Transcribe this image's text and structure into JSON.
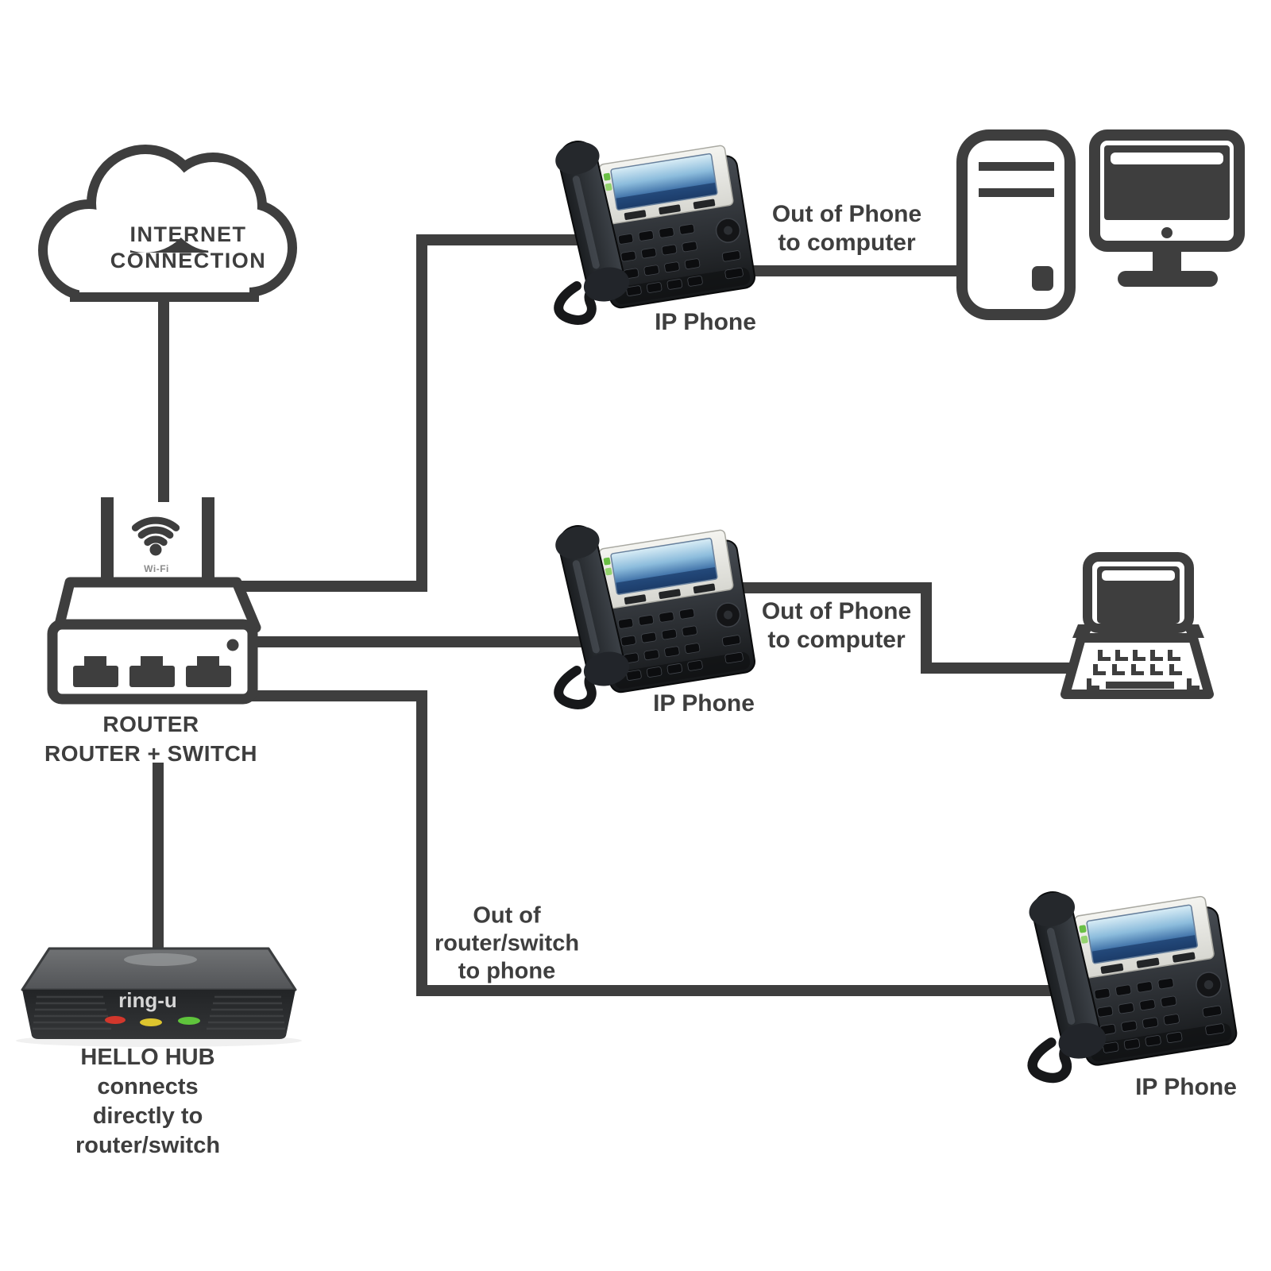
{
  "cloud": {
    "line1": "INTERNET",
    "line2": "CONNECTION"
  },
  "router": {
    "wifi_label": "Wi-Fi",
    "line1": "ROUTER",
    "line2": "ROUTER + SWITCH"
  },
  "hub": {
    "brand": "ring-u",
    "line1": "HELLO HUB",
    "line2": "connects",
    "line3": "directly to",
    "line4": "router/switch"
  },
  "phones": {
    "top": "IP Phone",
    "middle": "IP Phone",
    "bottom": "IP Phone"
  },
  "connection_labels": {
    "top": {
      "line1": "Out of Phone",
      "line2": "to computer"
    },
    "middle": {
      "line1": "Out of Phone",
      "line2": "to computer"
    },
    "bottom": {
      "line1": "Out of",
      "line2": "router/switch",
      "line3": "to phone"
    }
  },
  "colors": {
    "background": "#ffffff",
    "line": "#3e3e3e",
    "text": "#3e3e3e",
    "wifi_text": "#8b8b8b",
    "phone_screen": "#3f6ea6",
    "phone_bezel": "#e9e9e4",
    "hub_front": "#292b2d",
    "led_red": "#d2372c",
    "led_yellow": "#ddc52e",
    "led_green": "#5fc43c"
  }
}
